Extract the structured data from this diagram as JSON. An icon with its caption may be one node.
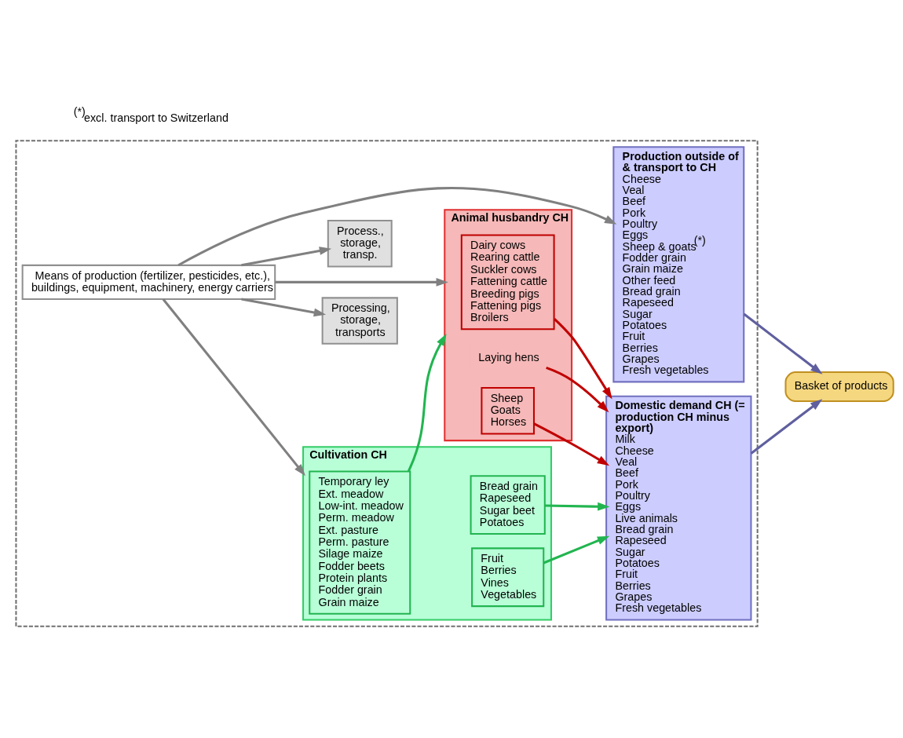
{
  "diagram": {
    "nodes": [
      {
        "text": [],
        "shape": "box"
      },
      {
        "text": [
          "Means of production (fertilizer, pesticides, etc.), buildings, equipment, machinery, energy carriers"
        ],
        "in": 0
      },
      {
        "text": [
          "Cultivation CH"
        ],
        "in": 0
      },
      {
        "text": [
          "Temporary ley",
          "Ext. meadow",
          "Low-int. meadow",
          "Perm. meadow",
          "Ext. pasture",
          "Perm. pasture",
          "Silage maize",
          "Fodder beets",
          "Protein plants",
          "Fodder grain",
          "Grain maize"
        ],
        "in": 2
      },
      {
        "text": [
          "Bread grain",
          "Rapeseed",
          "Sugar beet",
          "Potatoes"
        ],
        "in": 2
      },
      {
        "text": [
          "Fruit",
          "Berries",
          "Vines",
          "Vegetables"
        ],
        "in": 2
      },
      {
        "text": [
          "Processing, storage, transports"
        ],
        "in": 0
      },
      {
        "text": [
          "Animal husbandry CH"
        ],
        "in": 0
      },
      {
        "text": [
          "Dairy cows",
          "Rearing cattle",
          "Suckler cows",
          "Fattening cattle",
          "Breeding pigs",
          "Fattening pigs",
          "Broilers"
        ],
        "in": 7
      },
      {
        "text": [
          "Laying hens"
        ],
        "in": 7
      },
      {
        "text": [
          "Sheep",
          "Goats",
          "Horses"
        ],
        "in": 7
      },
      {
        "text": [
          "Process., storage, transp."
        ],
        "in": 0
      },
      {
        "text": [
          "Domestic demand CH (= production CH minus export)",
          "Milk",
          "Cheese",
          "Veal",
          "Beef",
          "Pork",
          "Poultry",
          "Eggs",
          "Live animals",
          "Bread grain",
          "Rapeseed",
          "Sugar",
          "Potatoes",
          "Fruit",
          "Berries",
          "Grapes",
          "Fresh vegetables"
        ],
        "in": 0
      },
      {
        "text": [
          "Production outside of & transport to CH",
          "Cheese",
          "Veal",
          "Beef",
          "Pork",
          "Poultry",
          "Eggs",
          "Sheep & goats$^{(*)}$",
          "Fodder grain",
          "Grain maize",
          "Other feed",
          "Bread grain",
          "Rapeseed",
          "Sugar",
          "Potatoes",
          "Fruit",
          "Berries",
          "Grapes",
          "Fresh vegetables"
        ],
        "in": 0
      },
      {
        "text": [
          "Basket of products"
        ]
      }
    ],
    "edges": [
      {
        "from": 1,
        "to": 2,
        "arrow": "to"
      },
      {
        "from": 1,
        "to": 6,
        "arrow": "to"
      },
      {
        "from": 1,
        "to": 7,
        "arrow": "to"
      },
      {
        "from": 1,
        "to": 11,
        "arrow": "to"
      },
      {
        "from": 1,
        "to": 13,
        "arrow": "to"
      },
      {
        "from": 3,
        "to": 7,
        "arrow": "to",
        "color": "#22b550"
      },
      {
        "from": 8,
        "to": 12,
        "arrow": "to",
        "color": "#c00000"
      },
      {
        "from": 9,
        "to": 12,
        "arrow": "to",
        "color": "#c00000"
      },
      {
        "from": 10,
        "to": 12,
        "arrow": "to",
        "color": "#c00000"
      },
      {
        "from": 4,
        "to": 12,
        "arrow": "to",
        "color": "#22b550"
      },
      {
        "from": 5,
        "to": 12,
        "arrow": "to",
        "color": "#22b550"
      },
      {
        "from": 12,
        "to": 14,
        "arrow": "to",
        "color": "#5f5f9f"
      },
      {
        "from": 13,
        "to": 14,
        "arrow": "to",
        "color": "#5f5f9f"
      }
    ],
    "labels": [
      "$^{(*)}$excl. transport to Switzerland"
    ]
  }
}
